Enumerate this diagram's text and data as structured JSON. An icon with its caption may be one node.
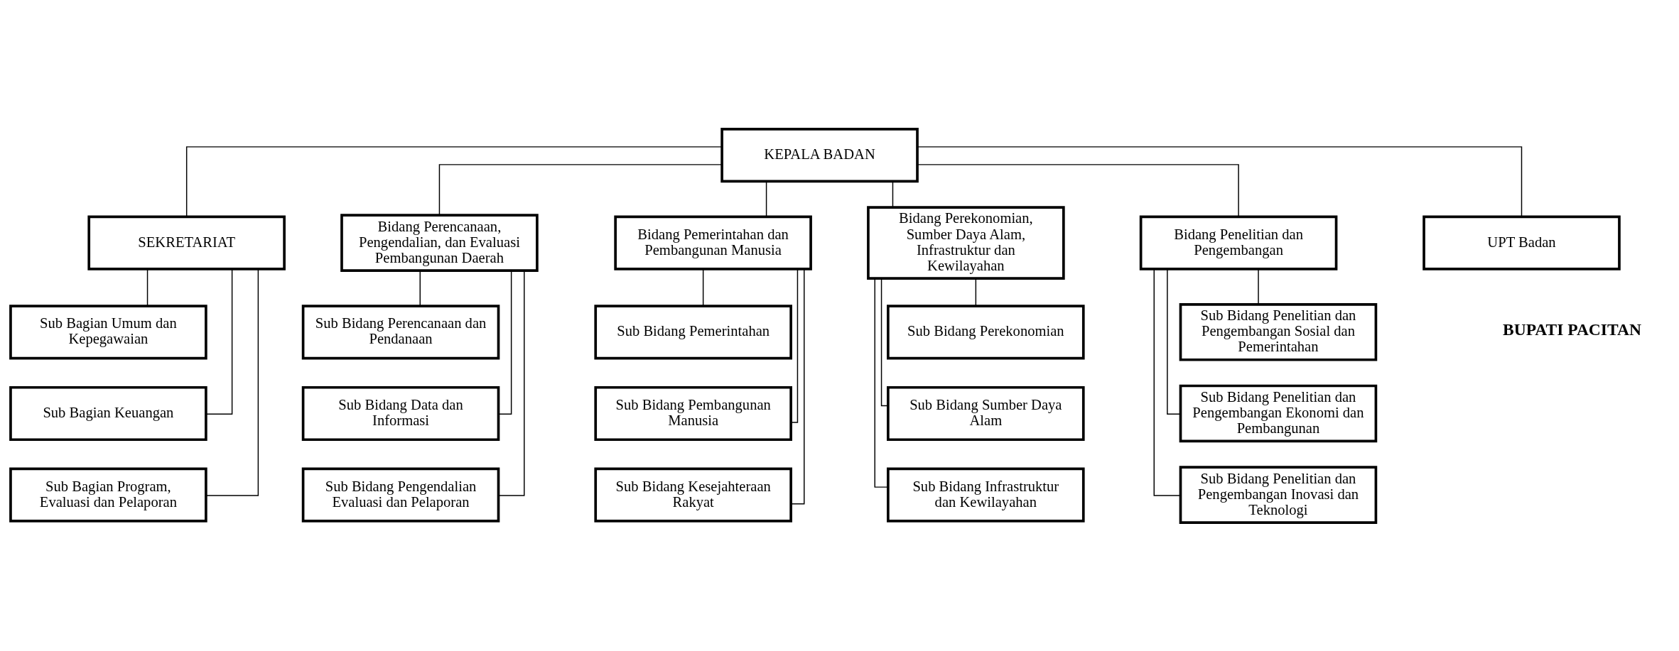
{
  "diagram": {
    "nodes": [
      {
        "text": [
          "KEPALA BADAN"
        ]
      },
      {
        "text": [
          "SEKRETARIAT"
        ]
      },
      {
        "text": [
          "Sub Bagian Umum dan Kepegawaian"
        ]
      },
      {
        "text": [
          "Sub Bagian Keuangan"
        ]
      },
      {
        "text": [
          "Sub Bagian Program, Evaluasi dan Pelaporan"
        ]
      },
      {
        "text": [
          "Bidang Perencanaan, Pengendalian, dan Evaluasi Pembangunan Daerah"
        ]
      },
      {
        "text": [
          "Sub Bidang Perencanaan dan Pendanaan"
        ]
      },
      {
        "text": [
          "Sub Bidang Data dan Informasi"
        ]
      },
      {
        "text": [
          "Sub Bidang Pengendalian Evaluasi dan Pelaporan"
        ]
      },
      {
        "text": [
          "Bidang Pemerintahan dan Pembangunan Manusia"
        ]
      },
      {
        "text": [
          "Sub Bidang Pemerintahan"
        ]
      },
      {
        "text": [
          "Sub Bidang Pembangunan Manusia"
        ]
      },
      {
        "text": [
          "Sub Bidang Kesejahteraan Rakyat"
        ]
      },
      {
        "text": [
          "Bidang Perekonomian, Sumber Daya Alam, Infrastruktur dan Kewilayahan"
        ]
      },
      {
        "text": [
          "Sub Bidang Perekonomian"
        ]
      },
      {
        "text": [
          "Sub Bidang Sumber Daya Alam"
        ]
      },
      {
        "text": [
          "Sub Bidang Infrastruktur dan Kewilayahan"
        ]
      },
      {
        "text": [
          "Bidang Penelitian dan Pengembangan"
        ]
      },
      {
        "text": [
          "Sub Bidang Penelitian dan Pengembangan Sosial dan Pemerintahan"
        ]
      },
      {
        "text": [
          "Sub Bidang Penelitian dan Pengembangan Ekonomi dan Pembangunan"
        ]
      },
      {
        "text": [
          "Sub Bidang Penelitian dan Pengembangan Inovasi dan Teknologi"
        ]
      },
      {
        "text": [
          "UPT Badan"
        ]
      }
    ],
    "edges": [
      {
        "from": 0,
        "to": 1,
        "arrow": "none"
      },
      {
        "from": 1,
        "to": 2,
        "arrow": "none"
      },
      {
        "from": 1,
        "to": 3,
        "arrow": "none"
      },
      {
        "from": 1,
        "to": 4,
        "arrow": "none"
      },
      {
        "from": 0,
        "to": 5,
        "arrow": "none"
      },
      {
        "from": 0,
        "to": 9,
        "arrow": "none"
      },
      {
        "from": 0,
        "to": 13,
        "arrow": "none"
      },
      {
        "from": 0,
        "to": 17,
        "arrow": "none"
      },
      {
        "from": 5,
        "to": 6,
        "arrow": "none"
      },
      {
        "from": 5,
        "to": 7,
        "arrow": "none"
      },
      {
        "from": 5,
        "to": 8,
        "arrow": "none"
      },
      {
        "from": 9,
        "to": 10,
        "arrow": "none"
      },
      {
        "from": 9,
        "to": 11,
        "arrow": "none"
      },
      {
        "from": 9,
        "to": 12,
        "arrow": "none"
      },
      {
        "from": 13,
        "to": 14,
        "arrow": "none"
      },
      {
        "from": 13,
        "to": 15,
        "arrow": "none"
      },
      {
        "from": 13,
        "to": 16,
        "arrow": "none"
      },
      {
        "from": 17,
        "to": 18,
        "arrow": "none"
      },
      {
        "from": 17,
        "to": 19,
        "arrow": "none"
      },
      {
        "from": 17,
        "to": 20,
        "arrow": "none"
      },
      {
        "from": 0,
        "to": 21,
        "arrow": "none"
      }
    ],
    "labels": [
      "BUPATI PACITAN"
    ]
  }
}
